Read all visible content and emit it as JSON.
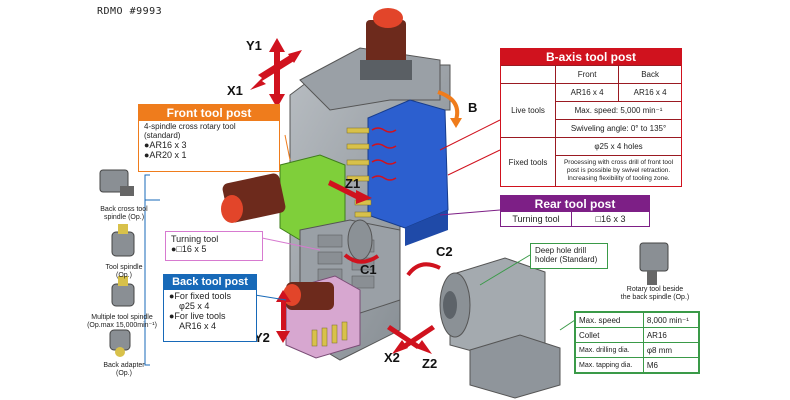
{
  "header": "RDMO #9993",
  "axes": {
    "y1": "Y1",
    "x1": "X1",
    "b": "B",
    "z1": "Z1",
    "c1": "C1",
    "c2": "C2",
    "y2": "Y2",
    "x2": "X2",
    "z2": "Z2"
  },
  "btool": {
    "title": "B-axis tool post",
    "col_front": "Front",
    "col_back": "Back",
    "live_label": "Live tools",
    "live_front": "AR16 x 4",
    "live_back": "AR16 x 4",
    "max_speed": "Max. speed: 5,000 min⁻¹",
    "swivel": "Swiveling angle: 0° to 135°",
    "fixed_label": "Fixed tools",
    "fixed_holes": "φ25 x 4 holes",
    "fixed_desc": "Processing with cross drill of front tool post is possible by swivel retraction. Increasing flexibility of tooling zone."
  },
  "front": {
    "title": "Front tool post",
    "desc1": "4-spindle cross rotary tool",
    "desc2": "(standard)",
    "items": [
      "●AR16 x 3",
      "●AR20 x 1"
    ]
  },
  "rear": {
    "title": "Rear tool post",
    "label": "Turning tool",
    "value": "□16 x 3"
  },
  "turning": {
    "line1": "Turning tool",
    "line2": "●□16 x 5"
  },
  "back": {
    "title": "Back tool post",
    "l1": "●For fixed tools",
    "l2": "φ25 x 4",
    "l3": "●For live tools",
    "l4": "AR16 x 4"
  },
  "deep": {
    "line1": "Deep hole drill",
    "line2": "holder (Standard)"
  },
  "rotary": {
    "line1": "Rotary tool beside",
    "line2": "the back spindle (Op.)"
  },
  "specs": [
    {
      "k": "Max. speed",
      "v": "8,000 min⁻¹"
    },
    {
      "k": "Collet",
      "v": "AR16"
    },
    {
      "k": "Max. drilling dia.",
      "v": "φ8 mm"
    },
    {
      "k": "Max. tapping dia.",
      "v": "M6"
    }
  ],
  "options": [
    {
      "l1": "Back cross tool",
      "l2": "spindle (Op.)"
    },
    {
      "l1": "Tool spindle",
      "l2": "(Op.)"
    },
    {
      "l1": "Multiple tool spindle",
      "l2": "(Op.max 15,000min⁻¹)"
    },
    {
      "l1": "Back adapter",
      "l2": "(Op.)"
    }
  ],
  "colors": {
    "red": "#d0121e",
    "orange": "#ef7c1c",
    "purple": "#7d1f86",
    "blue": "#1769b8",
    "green": "#3a9a48",
    "machine": "#8f959b",
    "tool_blue": "#2c5fcf",
    "tool_green": "#7fcf3a",
    "motor": "#7a2d1e",
    "cap": "#e2452a"
  }
}
